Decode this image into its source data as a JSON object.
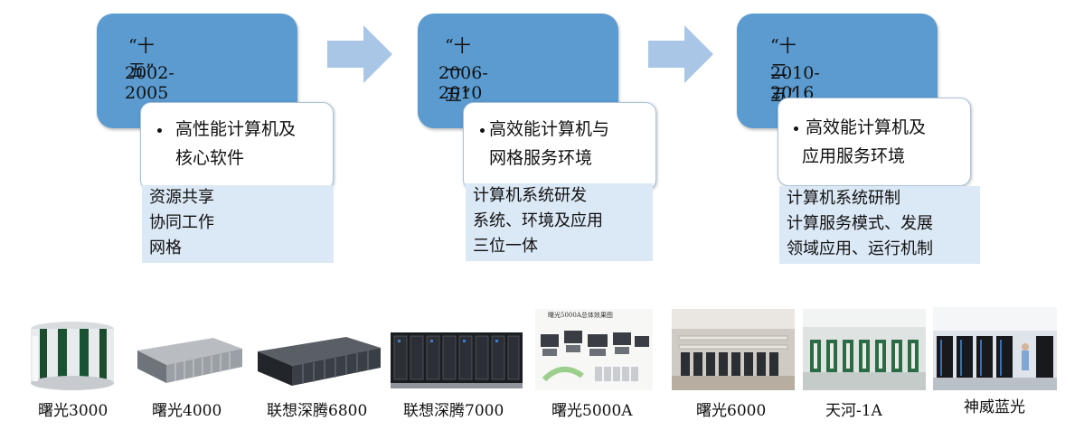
{
  "phases": [
    {
      "name": "“十五”",
      "years": "2002-2005",
      "focus_lines": [
        "高性能计算机及",
        "核心软件"
      ],
      "theme_lines": [
        "资源共享",
        "协同工作",
        "网格"
      ]
    },
    {
      "name": "“十一五”",
      "years": "2006-2010",
      "focus_lines": [
        "高效能计算机与",
        "网格服务环境"
      ],
      "theme_lines": [
        "计算机系统研发",
        "系统、环境及应用",
        "三位一体"
      ]
    },
    {
      "name": "“十二五”",
      "years": "2010-2016",
      "focus_lines": [
        "高效能计算机及",
        "应用服务环境"
      ],
      "theme_lines": [
        "计算机系统研制",
        "计算服务模式、发展",
        "领域应用、运行机制"
      ]
    }
  ],
  "systems": [
    {
      "label": "曙光3000",
      "icon": "cluster-cabinet-photo"
    },
    {
      "label": "曙光4000",
      "icon": "rack-row-photo"
    },
    {
      "label": "联想深腾6800",
      "icon": "rack-row-photo"
    },
    {
      "label": "联想深腾7000",
      "icon": "rack-row-photo"
    },
    {
      "label": "曙光5000A",
      "icon": "floorplan-render",
      "caption": "曙光5000A总体效果图"
    },
    {
      "label": "曙光6000",
      "icon": "machine-room-photo"
    },
    {
      "label": "天河-1A",
      "icon": "machine-room-photo"
    },
    {
      "label": "神威蓝光",
      "icon": "machine-room-photo"
    }
  ],
  "colors": {
    "phase_box": "#5b9bd0",
    "arrow": "#a9c6e6",
    "theme_panel": "#dbe8f5",
    "card_border": "#a9c3dd"
  }
}
